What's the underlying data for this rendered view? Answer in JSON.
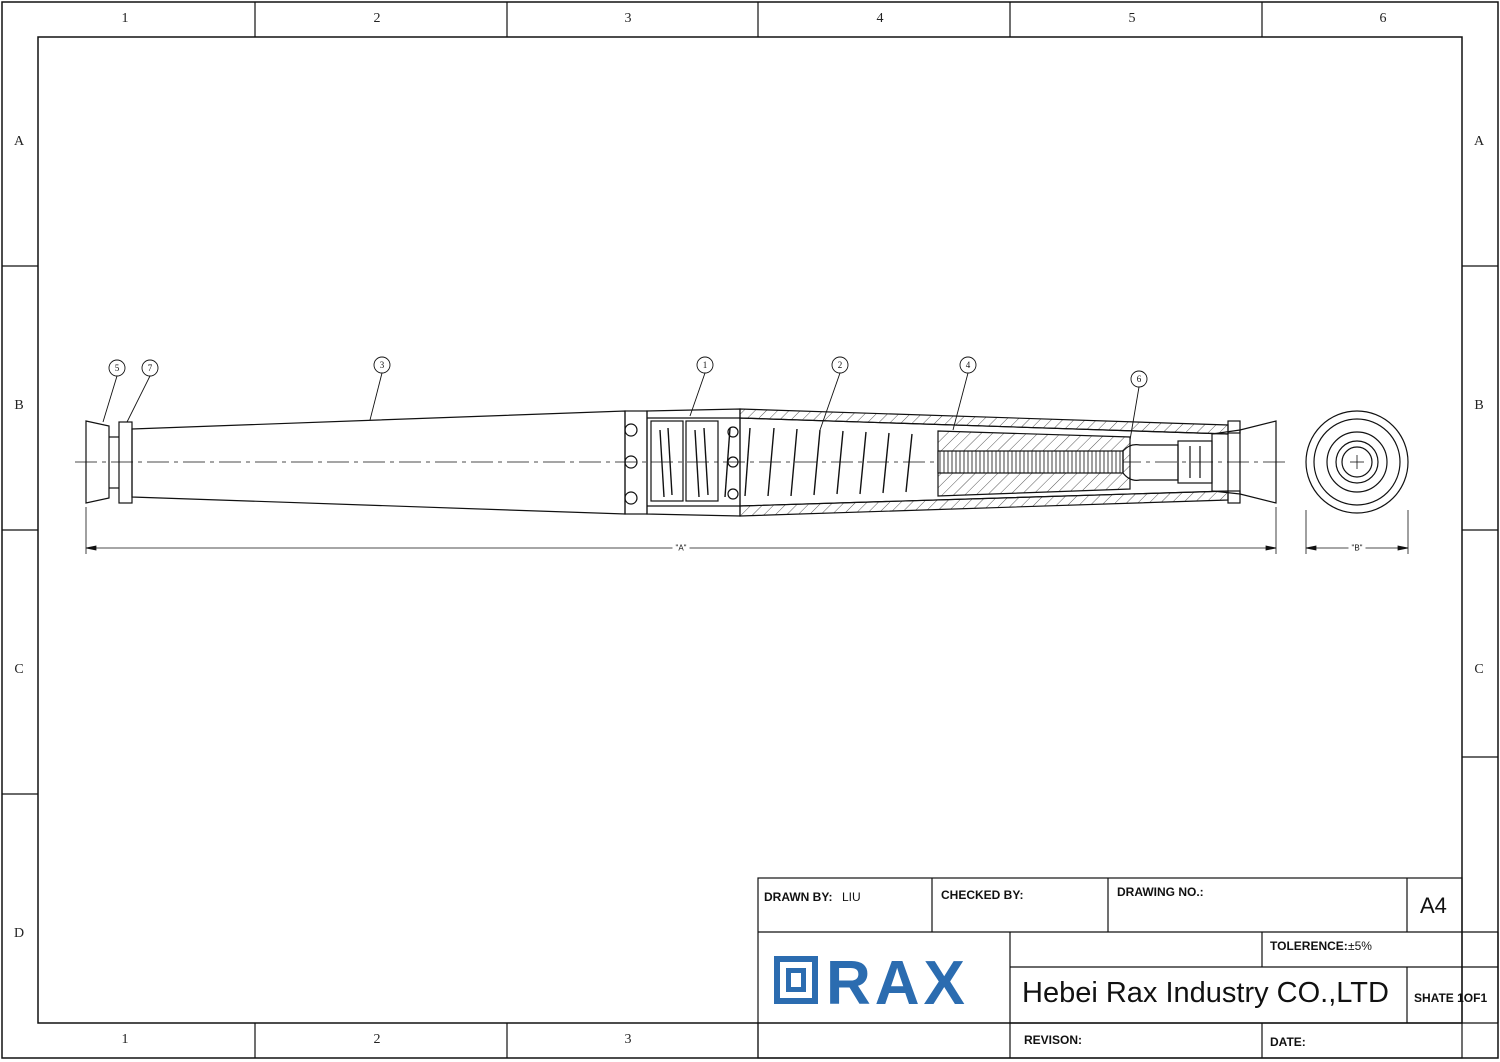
{
  "frame": {
    "columns": [
      "1",
      "2",
      "3",
      "4",
      "5",
      "6"
    ],
    "rows": [
      "A",
      "B",
      "C",
      "D"
    ]
  },
  "callouts": [
    "5",
    "7",
    "3",
    "1",
    "2",
    "4",
    "6"
  ],
  "dimensions": {
    "a": "\"A\"",
    "b": "\"B\""
  },
  "title_block": {
    "drawn_by_label": "DRAWN BY:",
    "drawn_by_value": "LIU",
    "checked_by_label": "CHECKED BY:",
    "drawing_no_label": "DRAWING NO.:",
    "size": "A4",
    "tolerance_label": "TOLERENCE:",
    "tolerance_value": "±5%",
    "logo_text": "RAX",
    "company": "Hebei Rax Industry CO.,LTD",
    "sheet": "SHATE 1OF1",
    "revision_label": "REVISON:",
    "date_label": "DATE:"
  },
  "colors": {
    "logo_blue": "#2b6cb0",
    "line": "#111111"
  }
}
